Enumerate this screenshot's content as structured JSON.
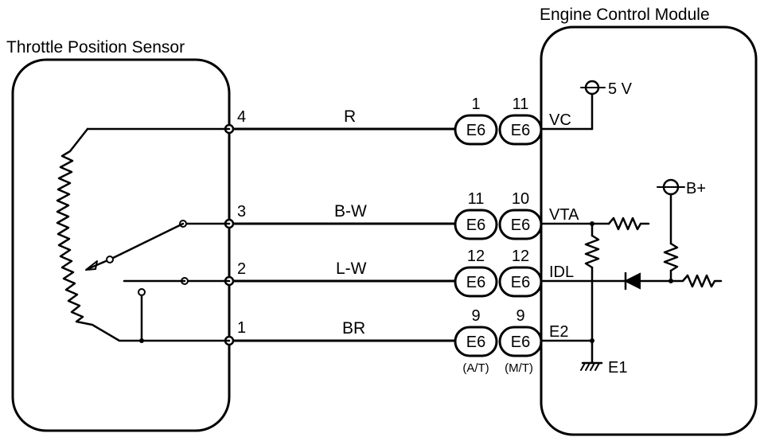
{
  "sensor": {
    "title": "Throttle Position Sensor"
  },
  "ecm": {
    "title": "Engine Control Module"
  },
  "wires": [
    {
      "sensor_pin": "4",
      "color": "R",
      "pin_a": "1",
      "pin_b": "11",
      "signal": "VC"
    },
    {
      "sensor_pin": "3",
      "color": "B-W",
      "pin_a": "11",
      "pin_b": "10",
      "signal": "VTA"
    },
    {
      "sensor_pin": "2",
      "color": "L-W",
      "pin_a": "12",
      "pin_b": "12",
      "signal": "IDL"
    },
    {
      "sensor_pin": "1",
      "color": "BR",
      "pin_a": "9",
      "pin_b": "9",
      "signal": "E2"
    }
  ],
  "connector": {
    "label": "E6",
    "variant_a": "(A/T)",
    "variant_b": "(M/T)"
  },
  "supply": {
    "vc": "5 V",
    "battery": "B+"
  },
  "ground": {
    "label": "E1"
  }
}
